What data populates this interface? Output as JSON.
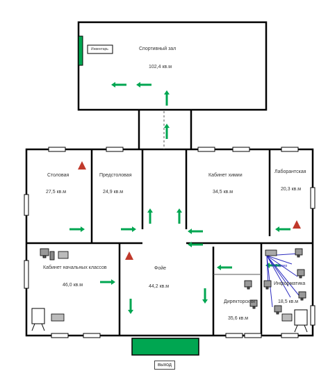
{
  "rooms": {
    "sport_hall": {
      "name": "Спортивный зал",
      "area": "102,4 кв.м"
    },
    "dining": {
      "name": "Столовая",
      "area": "27,5 кв.м"
    },
    "pre_dining": {
      "name": "Предстоловая",
      "area": "24,9 кв.м"
    },
    "chemistry": {
      "name": "Кабинет химии",
      "area": "34,5 кв.м"
    },
    "lab": {
      "name": "Лаборантская",
      "area": "20,3 кв.м"
    },
    "primary": {
      "name": "Кабинет начальных классов",
      "area": "46,0 кв.м"
    },
    "foyer": {
      "name": "Фойе",
      "area": "44,2 кв.м"
    },
    "director": {
      "name": "Директорская",
      "area": "35,6 кв.м"
    },
    "informatics": {
      "name": "Информатика",
      "area": "18,5 кв.м"
    }
  },
  "small_labels": {
    "sport_hall_sign": "Инвентарь",
    "informatics_overlay": "Сервер"
  },
  "exit_label": "выход",
  "colors": {
    "arrow": "#00a651",
    "wall": "#000000",
    "hazard": "#c0392b",
    "network": "#2b2bbf"
  }
}
